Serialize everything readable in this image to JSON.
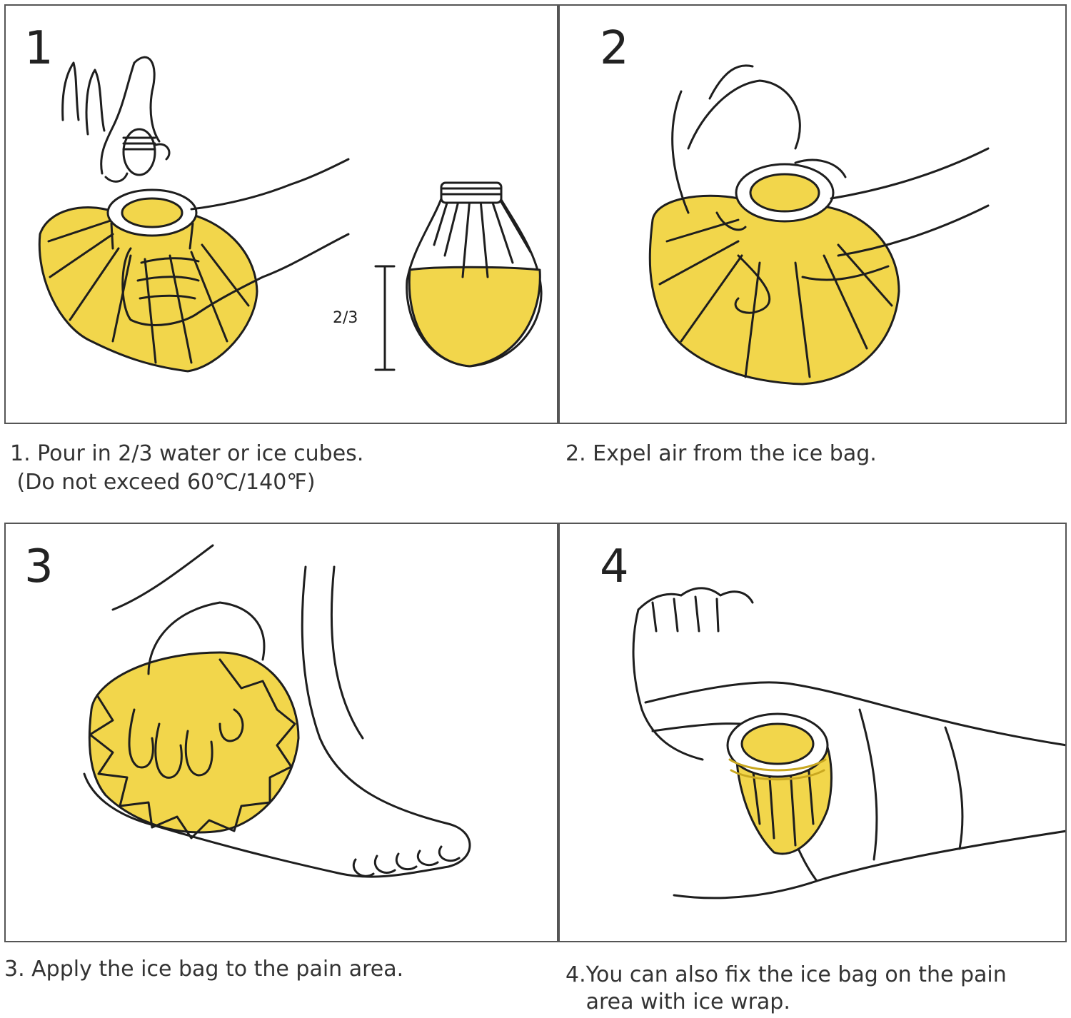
{
  "steps": [
    {
      "number": "1",
      "caption_line1": "1. Pour in 2/3 water or ice cubes.",
      "caption_line2": " (Do not exceed 60℃/140℉)",
      "fill_label": "2/3"
    },
    {
      "number": "2",
      "caption_line1": "2. Expel air from the ice bag.",
      "caption_line2": ""
    },
    {
      "number": "3",
      "caption_line1": "3. Apply the ice bag to the pain area.",
      "caption_line2": ""
    },
    {
      "number": "4",
      "caption_line1": "4.You can also fix the ice bag on the pain",
      "caption_line2": "   area with ice wrap."
    }
  ],
  "colors": {
    "ice_bag_yellow": "#f2d64b",
    "outline": "#1e1e1e",
    "frame": "#555555"
  }
}
